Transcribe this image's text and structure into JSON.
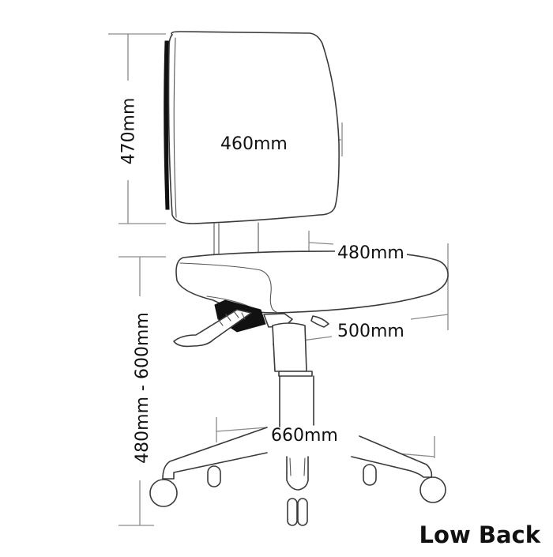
{
  "diagram": {
    "caption": "Low Back",
    "dimensions": {
      "backrest_height": "470mm",
      "backrest_width": "460mm",
      "seat_depth": "480mm",
      "seat_width": "500mm",
      "base_diameter": "660mm",
      "seat_height_range": "480mm - 600mm"
    },
    "components": [
      "backrest",
      "back-support-post",
      "seat",
      "seat-mechanism",
      "adjustment-lever",
      "gas-lift-column",
      "five-star-base",
      "castors"
    ],
    "colors": {
      "line": "#3a3a3a",
      "dimension_line": "#8a8a8a",
      "text": "#111111",
      "background": "#ffffff"
    }
  }
}
